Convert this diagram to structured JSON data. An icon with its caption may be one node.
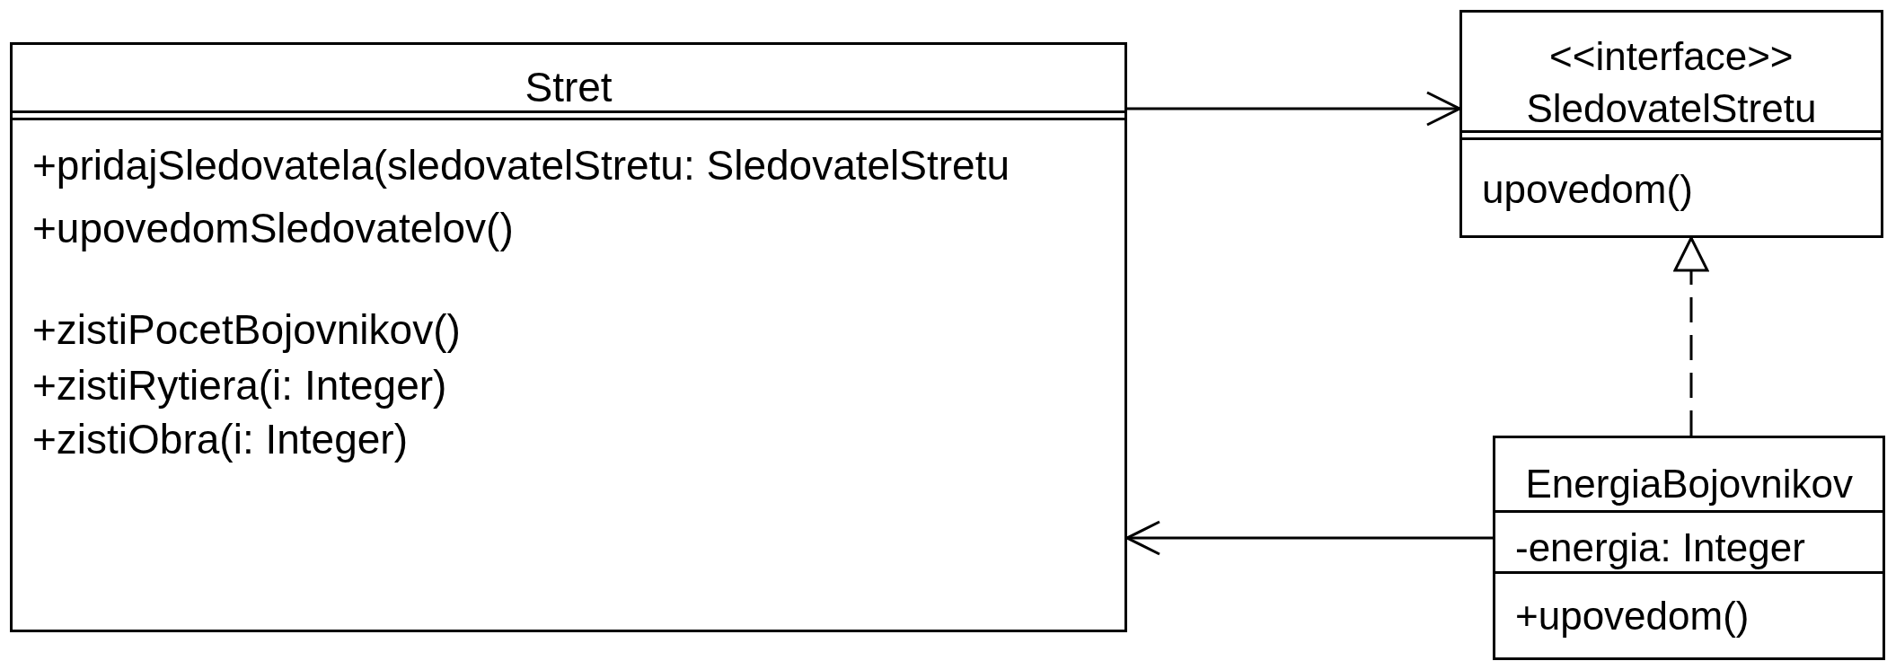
{
  "diagram": {
    "nodes": [
      {
        "text": [
          "Stret",
          "+pridajSledovatela(sledovatelStretu: SledovatelStretu",
          "+upovedomSledovatelov()",
          "+zistiPocetBojovnikov()",
          "+zistiRytiera(i: Integer)",
          "+zistiObra(i: Integer)"
        ]
      },
      {
        "text": [
          "<<interface>>",
          "SledovatelStretu",
          "upovedom()"
        ]
      },
      {
        "text": [
          "EnergiaBojovnikov",
          "-energia: Integer",
          "+upovedom()"
        ]
      }
    ],
    "edges": [
      {
        "from": 0,
        "to": 1,
        "arrow": "to"
      },
      {
        "from": 2,
        "to": 0,
        "arrow": "to"
      },
      {
        "from": 2,
        "to": 1,
        "arrow": "to",
        "style": "dashed"
      }
    ]
  }
}
